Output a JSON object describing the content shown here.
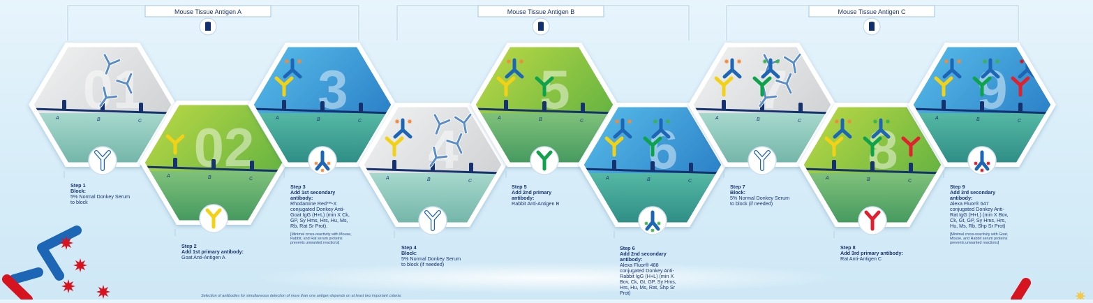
{
  "antigens": {
    "a": "Mouse Tissue Antigen A",
    "b": "Mouse Tissue Antigen B",
    "c": "Mouse Tissue Antigen C"
  },
  "site_labels": [
    "A",
    "B",
    "C"
  ],
  "panel_numbers": [
    "01",
    "02",
    "3",
    "4",
    "5",
    "6",
    "7",
    "8",
    "9"
  ],
  "steps": {
    "s1": {
      "title": "Step 1",
      "subtitle": "Block:",
      "text": "5% Normal Donkey Serum to block"
    },
    "s2": {
      "title": "Step 2",
      "subtitle": "Add 1st primary antibody:",
      "text": "Goat Anti-Antigen A"
    },
    "s3": {
      "title": "Step 3",
      "subtitle": "Add 1st secondary antibody:",
      "text": "Rhodamine Red™-X conjugated Donkey Anti-Goat IgG (H+L) (min X Ck, GP, Sy Hms, Hrs, Hu, Ms, Rb, Rat Sr Prot).",
      "note": "[Minimal cross-reactivity with Mouse, Rabbit, and Rat serum proteins prevents unwanted reactions]"
    },
    "s4": {
      "title": "Step 4",
      "subtitle": "Block:",
      "text": "5% Normal Donkey Serum to block (if needed)"
    },
    "s5": {
      "title": "Step 5",
      "subtitle": "Add 2nd primary antibody:",
      "text": "Rabbit Anti-Antigen B"
    },
    "s6": {
      "title": "Step 6",
      "subtitle": "Add 2nd secondary antibody:",
      "text": "Alexa Fluor® 488 conjugated Donkey Anti-Rabbit IgG (H+L) (min X Bov, Ck, Gt, GP, Sy Hms, Hrs, Hu, Ms, Rat, Shp Sr Prot)"
    },
    "s7": {
      "title": "Step 7",
      "subtitle": "Block:",
      "text": "5% Normal Donkey Serum to block (if needed)"
    },
    "s8": {
      "title": "Step 8",
      "subtitle": "Add 3rd primary antibody:",
      "text": "Rat Anti-Antigen C"
    },
    "s9": {
      "title": "Step 9",
      "subtitle": "Add 3rd secondary antibody:",
      "text": "Alexa Fluor® 647 conjugated Donkey Anti-Rat IgG (H+L) (min X Bov, Ck, Gt, GP, Sy Hms, Hrs, Hu, Ms, Rb, Shp Sr Prot)",
      "note": "[Minimal cross-reactivity with Goat, Mouse, and Rabbit serum proteins prevents unwanted reactions]"
    }
  },
  "footer": "Selection of antibodies for simultaneous detection of more than one antigen depends on at least two important criteria:",
  "colors": {
    "goat": "#f2d214",
    "rabbit": "#11a24b",
    "rat": "#e0202e",
    "secondary": "#1c66b5",
    "rhodamine": "#f08a3c",
    "af488": "#3db14c",
    "af647": "#d6141f",
    "membrane": "#12306e"
  }
}
